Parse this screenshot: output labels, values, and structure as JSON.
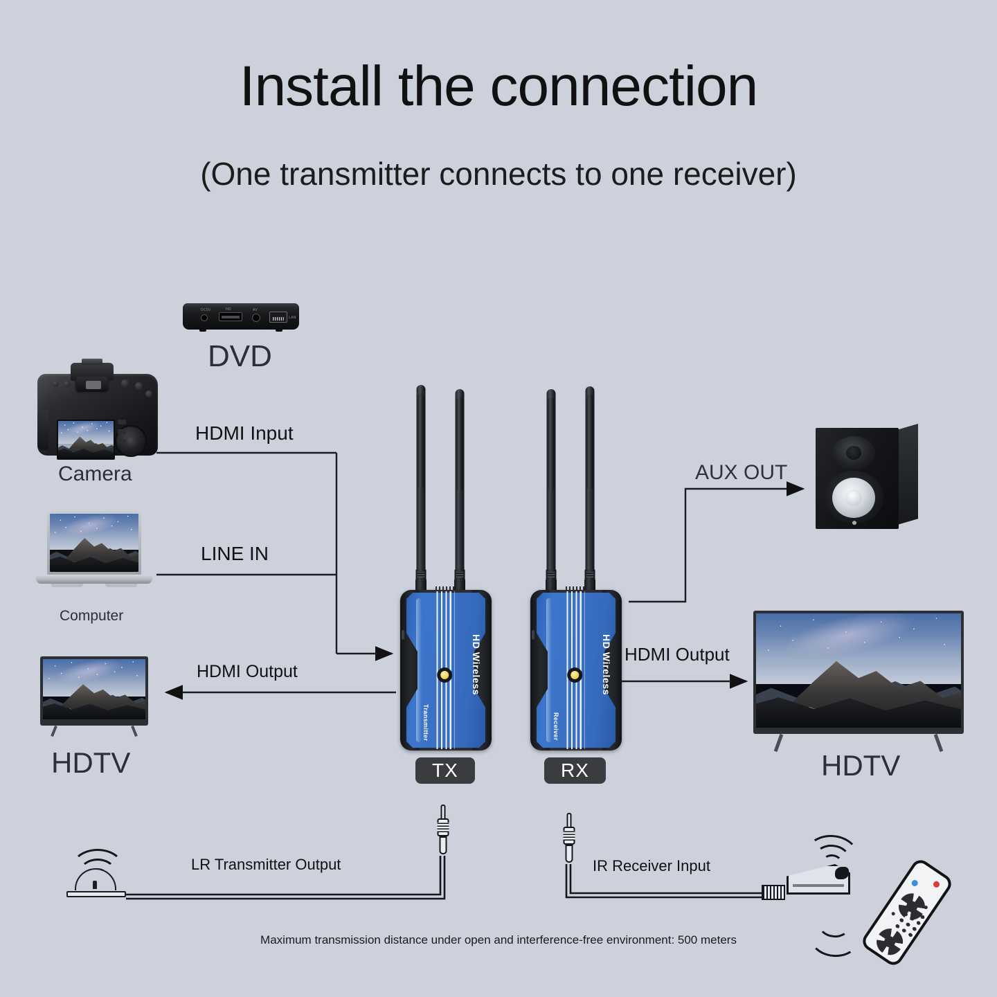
{
  "page": {
    "title": "Install the connection",
    "subtitle": "(One transmitter connects to one receiver)",
    "footer_note": "Maximum transmission distance under open and interference-free environment: 500 meters",
    "background_color": "#ccd1dc"
  },
  "sources": [
    {
      "name": "dvd",
      "label": "DVD",
      "ports": [
        "DC5V",
        "HD",
        "AV",
        "LAN"
      ]
    },
    {
      "name": "camera",
      "label": "Camera"
    },
    {
      "name": "computer",
      "label": "Computer"
    },
    {
      "name": "hdtv_left",
      "label": "HDTV"
    }
  ],
  "outputs": [
    {
      "name": "speaker",
      "label": ""
    },
    {
      "name": "hdtv_right",
      "label": "HDTV"
    }
  ],
  "connections": [
    {
      "name": "hdmi-input",
      "label": "HDMI Input",
      "direction": "right"
    },
    {
      "name": "line-in",
      "label": "LINE IN",
      "direction": "right"
    },
    {
      "name": "hdmi-output-left",
      "label": "HDMI Output",
      "direction": "left"
    },
    {
      "name": "aux-out",
      "label": "AUX OUT",
      "direction": "right"
    },
    {
      "name": "hdmi-output-right",
      "label": "HDMI Output",
      "direction": "right"
    }
  ],
  "devices": {
    "transmitter": {
      "badge": "TX",
      "brand": "HD Wireless",
      "role": "Transmitter",
      "body_color": "#3a70c4",
      "led_color": "#ecd45d",
      "antennas": 2
    },
    "receiver": {
      "badge": "RX",
      "brand": "HD Wireless",
      "role": "Receiver",
      "body_color": "#3a70c4",
      "led_color": "#ecd45d",
      "antennas": 2
    }
  },
  "ir": {
    "transmitter_output_label": "LR Transmitter Output",
    "receiver_input_label": "IR Receiver Input",
    "remote_button_colors": {
      "power": "#d93b3b",
      "secondary": "#3b8fd9"
    }
  }
}
